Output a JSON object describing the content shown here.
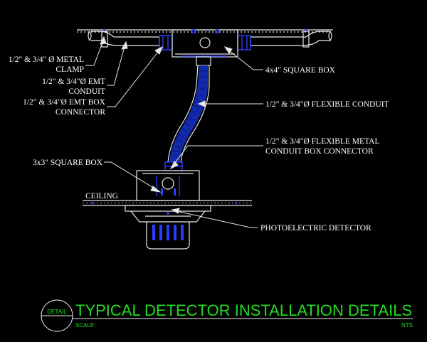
{
  "labels": {
    "metal_clamp_1": "1/2\" & 3/4\" Ø METAL",
    "metal_clamp_2": "CLAMP",
    "emt_conduit_1": "1/2\" & 3/4\"Ø EMT",
    "emt_conduit_2": "CONDUIT",
    "emt_connector_1": "1/2\" & 3/4\"Ø EMT BOX",
    "emt_connector_2": "CONNECTOR",
    "square_box_4x4": "4x4\" SQUARE BOX",
    "flexible_conduit": "1/2\" & 3/4\"Ø FLEXIBLE CONDUIT",
    "flex_connector_1": "1/2\" & 3/4\"Ø FLEXIBLE METAL",
    "flex_connector_2": "CONDUIT BOX CONNECTOR",
    "square_box_3x3": "3x3\" SQUARE BOX",
    "ceiling": "CEILING",
    "photoelectric_detector": "PHOTOELECTRIC DETECTOR"
  },
  "title_block": {
    "bubble_text": "DETAIL",
    "title": "TYPICAL DETECTOR INSTALLATION DETAILS",
    "scale_label": "SCALE:",
    "scale_value": "NTS"
  },
  "colors": {
    "background": "#000000",
    "linework": "#e8e8e8",
    "conduit": "#2a3cff",
    "title": "#22dd22"
  }
}
